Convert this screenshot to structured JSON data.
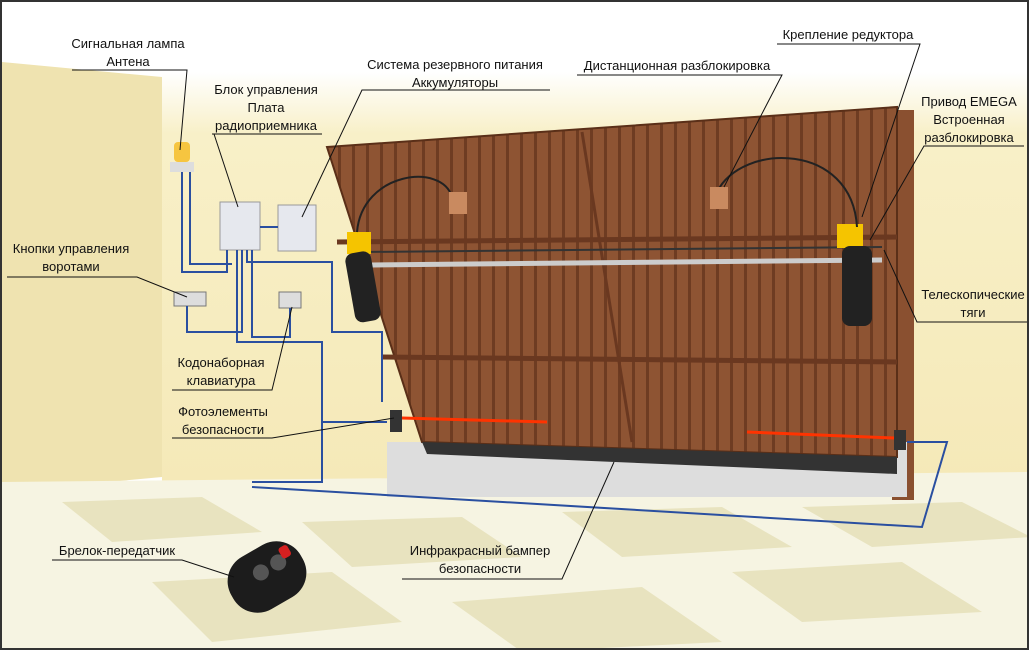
{
  "labels": {
    "signal_lamp": [
      "Сигнальная лампа",
      "Антена"
    ],
    "control_unit": [
      "Блок управления",
      "Плата",
      "радиоприемника"
    ],
    "backup_power": [
      "Система резервного питания",
      "Аккумуляторы"
    ],
    "remote_release": [
      "Дистанционная разблокировка"
    ],
    "gearbox_mount": [
      "Крепление редуктора"
    ],
    "drive": [
      "Привод EMEGA",
      "Встроенная",
      "разблокировка"
    ],
    "control_buttons": [
      "Кнопки управления",
      "воротами"
    ],
    "telescopic_rods": [
      "Телескопические",
      "тяги"
    ],
    "keypad": [
      "Кодонаборная",
      "клавиатура"
    ],
    "photocells": [
      "Фотоэлементы",
      "безопасности"
    ],
    "key_fob": [
      "Брелок-передатчик"
    ],
    "ir_bumper": [
      "Инфракрасный бампер",
      "безопасности"
    ]
  },
  "colors": {
    "wall": "#f7efc4",
    "door": "#8a5030",
    "floor_a": "#eeeac8",
    "floor_b": "#f9f8ea",
    "beam": "#ff3300",
    "wire": "#2a4fa0",
    "actuator": "#f5c400"
  }
}
